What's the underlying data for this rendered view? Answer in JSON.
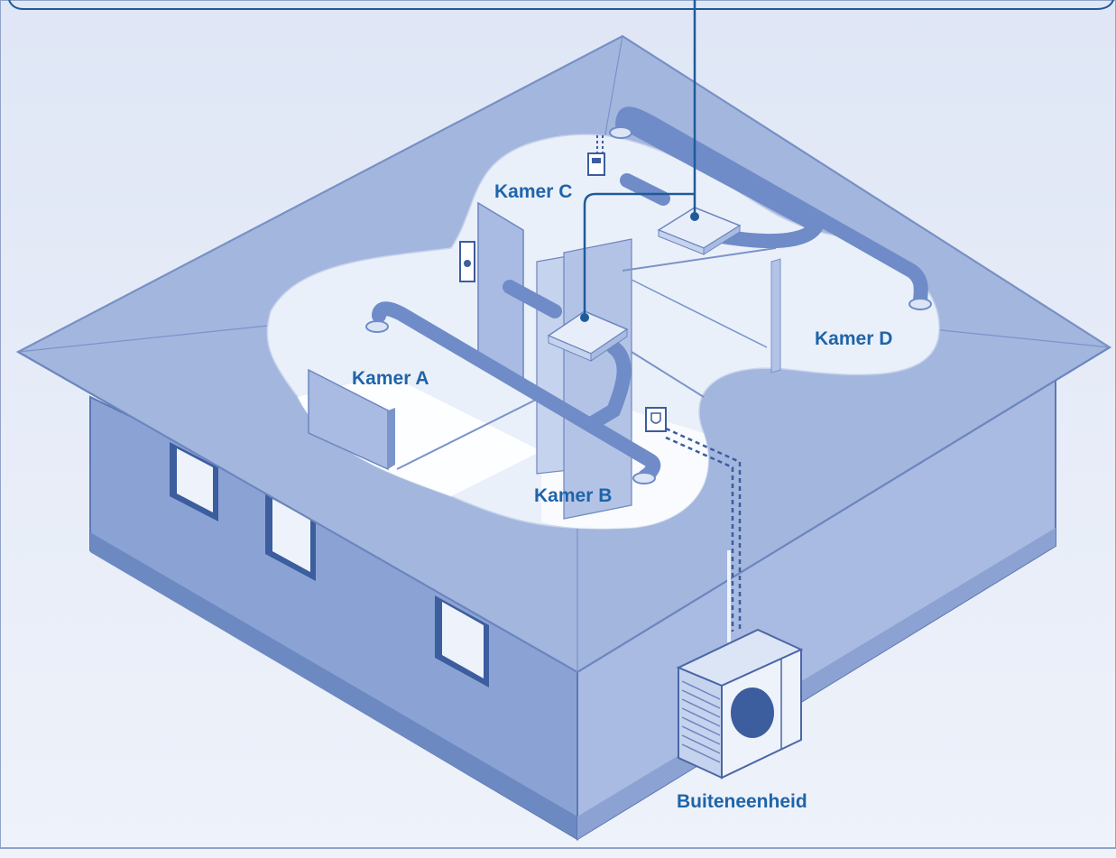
{
  "labels": {
    "room_a": "Kamer A",
    "room_b": "Kamer B",
    "room_c": "Kamer C",
    "room_d": "Kamer D",
    "outdoor_unit": "Buiteneenheid"
  },
  "colors": {
    "background": "#e4eaf6",
    "roof": "#9fb2dc",
    "wall_front": "#8ba3d4",
    "wall_side": "#a9bbe2",
    "interior": "#dde5f4",
    "duct": "#6f8cc8",
    "label": "#1f64a8",
    "line": "#1f5b99"
  }
}
